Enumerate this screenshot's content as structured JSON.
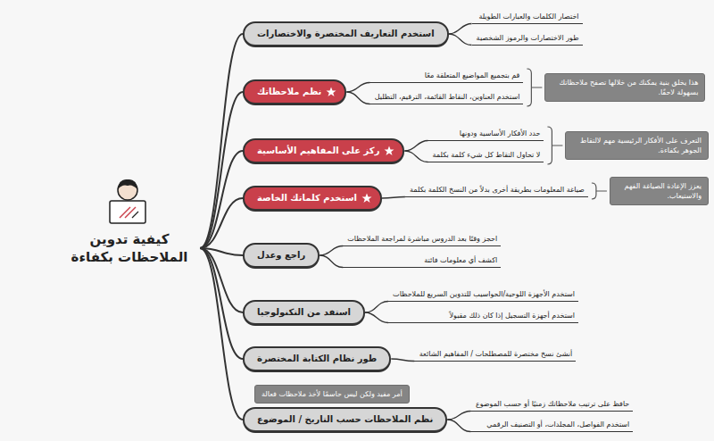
{
  "diagram": {
    "nodes": [
      {
        "text": [
          "كيفية تدوين الملاحظات بكفاءة"
        ]
      },
      {
        "text": [
          "استخدم التعاريف المختصرة والاختصارات"
        ]
      },
      {
        "text": [
          "اختصار الكلمات والعبارات الطويلة"
        ]
      },
      {
        "text": [
          "طور الاختصارات والرموز الشخصية"
        ]
      },
      {
        "text": [
          "نظم ملاحظاتك"
        ]
      },
      {
        "text": [
          "قم بتجميع المواضيع المتعلقة معًا"
        ]
      },
      {
        "text": [
          "استخدم العناوين، النقاط القائمة، الترقيم، التظليل"
        ]
      },
      {
        "text": [
          "هذا يخلق بنية يمكنك من خلالها تصفح ملاحظاتك بسهولة لاحقًا."
        ]
      },
      {
        "text": [
          "ركز على المفاهيم الأساسية"
        ]
      },
      {
        "text": [
          "حدد الأفكار الأساسية ودونها"
        ]
      },
      {
        "text": [
          "لا تحاول التقاط كل شيء كلمة بكلمة"
        ]
      },
      {
        "text": [
          "التعرف على الأفكار الرئيسية مهم لالتقاط الجوهر بكفاءة."
        ]
      },
      {
        "text": [
          "استخدم كلماتك الخاصة"
        ]
      },
      {
        "text": [
          "صياغة المعلومات بطريقة أخرى بدلاً من النسخ الكلمة بكلمة"
        ]
      },
      {
        "text": [
          "يعزز الإعادة الصياغة الفهم والاستيعاب."
        ]
      },
      {
        "text": [
          "راجع وعدل"
        ]
      },
      {
        "text": [
          "احجز وقتًا بعد الدروس مباشرة لمراجعة الملاحظات"
        ]
      },
      {
        "text": [
          "اكشف أي معلومات فائتة"
        ]
      },
      {
        "text": [
          "استفد من التكنولوجيا"
        ]
      },
      {
        "text": [
          "استخدم الأجهزة اللوحية/الحواسيب للتدوين السريع للملاحظات"
        ]
      },
      {
        "text": [
          "استخدم أجهزة التسجيل إذا كان ذلك مقبولاً"
        ]
      },
      {
        "text": [
          "طور نظام الكتابة المختصرة"
        ]
      },
      {
        "text": [
          "أنشئ نسخ مختصرة للمصطلحات / المفاهيم الشائعة"
        ]
      },
      {
        "text": [
          "أمر مفيد ولكن ليس حاسمًا لأخذ ملاحظات فعالة"
        ]
      },
      {
        "text": [
          "نظم الملاحظات حسب التاريخ / الموضوع"
        ]
      },
      {
        "text": [
          "حافظ على ترتيب ملاحظاتك زمنيًا أو حسب الموضوع"
        ]
      },
      {
        "text": [
          "استخدم الفواصل، المجلدات، أو التصنيف الرقمي"
        ]
      }
    ],
    "edges": [
      {
        "from": 0,
        "to": 1,
        "arrow": "none"
      },
      {
        "from": 0,
        "to": 4,
        "arrow": "none"
      },
      {
        "from": 0,
        "to": 8,
        "arrow": "none"
      },
      {
        "from": 0,
        "to": 12,
        "arrow": "none"
      },
      {
        "from": 0,
        "to": 15,
        "arrow": "none"
      },
      {
        "from": 0,
        "to": 18,
        "arrow": "none"
      },
      {
        "from": 0,
        "to": 21,
        "arrow": "none"
      },
      {
        "from": 0,
        "to": 24,
        "arrow": "none"
      },
      {
        "from": 1,
        "to": 2,
        "arrow": "none"
      },
      {
        "from": 1,
        "to": 3,
        "arrow": "none"
      },
      {
        "from": 4,
        "to": 5,
        "arrow": "none"
      },
      {
        "from": 4,
        "to": 6,
        "arrow": "none"
      },
      {
        "from": 8,
        "to": 9,
        "arrow": "none"
      },
      {
        "from": 8,
        "to": 10,
        "arrow": "none"
      },
      {
        "from": 12,
        "to": 13,
        "arrow": "none"
      },
      {
        "from": 15,
        "to": 16,
        "arrow": "none"
      },
      {
        "from": 15,
        "to": 17,
        "arrow": "none"
      },
      {
        "from": 18,
        "to": 19,
        "arrow": "none"
      },
      {
        "from": 18,
        "to": 20,
        "arrow": "none"
      },
      {
        "from": 21,
        "to": 22,
        "arrow": "none"
      },
      {
        "from": 24,
        "to": 25,
        "arrow": "none"
      },
      {
        "from": 24,
        "to": 26,
        "arrow": "none"
      }
    ]
  }
}
